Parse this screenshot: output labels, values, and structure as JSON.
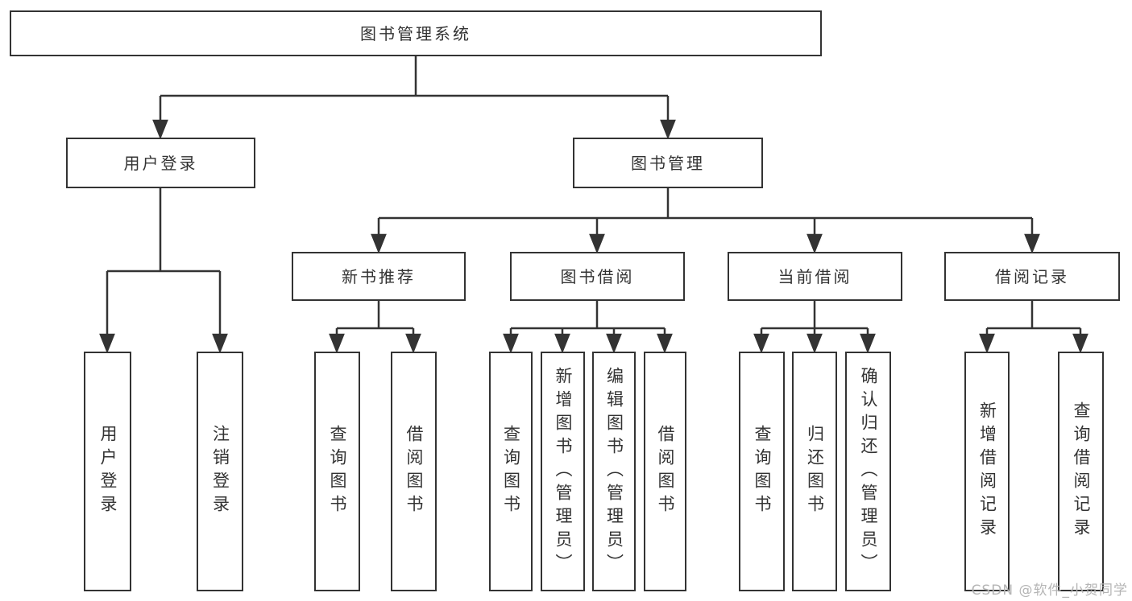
{
  "diagram_title": "图书管理系统",
  "nodes": {
    "root": {
      "label": "图书管理系统"
    },
    "branches": [
      {
        "label": "用户登录",
        "parent": "图书管理系统"
      },
      {
        "label": "图书管理",
        "parent": "图书管理系统"
      }
    ],
    "modules": [
      {
        "label": "新书推荐",
        "parent": "图书管理"
      },
      {
        "label": "图书借阅",
        "parent": "图书管理"
      },
      {
        "label": "当前借阅",
        "parent": "图书管理"
      },
      {
        "label": "借阅记录",
        "parent": "图书管理"
      }
    ],
    "leaves": [
      {
        "label": "用户登录",
        "parent": "用户登录"
      },
      {
        "label": "注销登录",
        "parent": "用户登录"
      },
      {
        "label": "查询图书",
        "parent": "新书推荐"
      },
      {
        "label": "借阅图书",
        "parent": "新书推荐"
      },
      {
        "label": "查询图书",
        "parent": "图书借阅"
      },
      {
        "label": "新增图书（管理员）",
        "parent": "图书借阅"
      },
      {
        "label": "编辑图书（管理员）",
        "parent": "图书借阅"
      },
      {
        "label": "借阅图书",
        "parent": "图书借阅"
      },
      {
        "label": "查询图书",
        "parent": "当前借阅"
      },
      {
        "label": "归还图书",
        "parent": "当前借阅"
      },
      {
        "label": "确认归还（管理员）",
        "parent": "当前借阅"
      },
      {
        "label": "新增借阅记录",
        "parent": "借阅记录"
      },
      {
        "label": "查询借阅记录",
        "parent": "借阅记录"
      }
    ]
  },
  "watermark": {
    "text": "CSDN @软件_小贺同学",
    "color": "#b5b5b5"
  },
  "colors": {
    "background": "#ffffff",
    "box_background": "#ffffff",
    "box_border": "#333333",
    "line": "#333333",
    "text": "#333333",
    "watermark_text": "#b5b5b5"
  }
}
